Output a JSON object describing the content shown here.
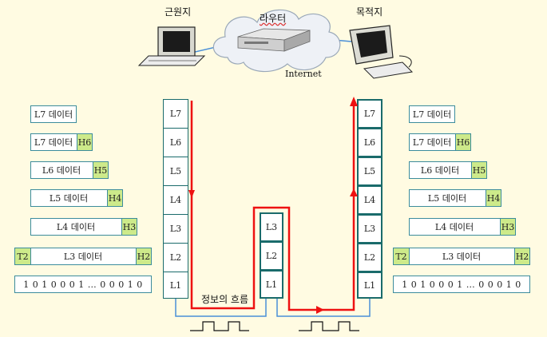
{
  "labels": {
    "source": "근원지",
    "router": "라우터",
    "destination": "목적지",
    "internet": "Internet",
    "flow": "정보의 흐름"
  },
  "layers": [
    "L7",
    "L6",
    "L5",
    "L4",
    "L3",
    "L2",
    "L1"
  ],
  "router_layers": [
    "L3",
    "L2",
    "L1"
  ],
  "pdus": [
    {
      "data": "L7 데이터",
      "header": "",
      "trailer": ""
    },
    {
      "data": "L7 데이터",
      "header": "H6",
      "trailer": ""
    },
    {
      "data": "L6 데이터",
      "header": "H5",
      "trailer": ""
    },
    {
      "data": "L5 데이터",
      "header": "H4",
      "trailer": ""
    },
    {
      "data": "L4 데이터",
      "header": "H3",
      "trailer": ""
    },
    {
      "data": "L3 데이터",
      "header": "H2",
      "trailer": "T2"
    },
    {
      "data": "1 0 1 0 0 0 1 … 0 0 0 1 0",
      "header": "",
      "trailer": ""
    }
  ],
  "colors": {
    "background": "#fffbe2",
    "flow_arrow": "#ee1111",
    "link_line": "#4a8fd8",
    "header_fill": "#cdea8a",
    "stack_border": "#1a6b6b"
  }
}
